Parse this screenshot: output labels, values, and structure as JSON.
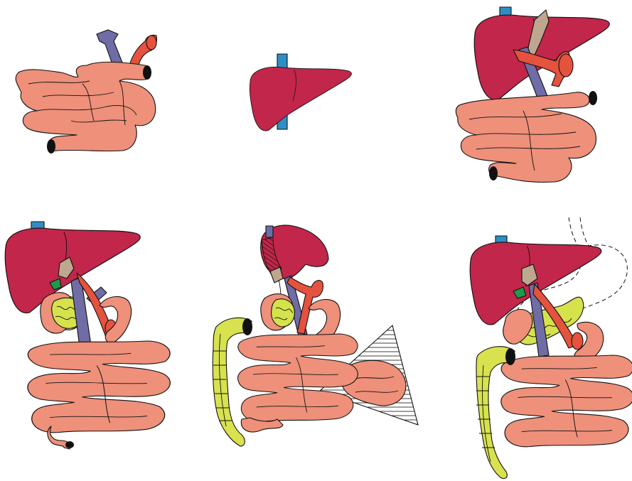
{
  "figure": {
    "panel_count": 6,
    "labels": []
  },
  "palette": {
    "liver": "#C2264A",
    "intestine": "#EE907A",
    "vena_cava": "#2F8FC4",
    "portal_vein": "#6F6CA6",
    "artery": "#E5523D",
    "pancreas": "#D5E24C",
    "colon": "#D8E24E",
    "bile_duct": "#1F9A4A",
    "ligament": "#BFA68F",
    "outline": "#111111"
  },
  "panels": [
    {
      "organs": [
        "small-intestine",
        "portal-vein",
        "artery"
      ]
    },
    {
      "organs": [
        "liver",
        "vena-cava"
      ]
    },
    {
      "organs": [
        "liver",
        "vena-cava",
        "small-intestine",
        "portal-vein",
        "artery"
      ]
    },
    {
      "organs": [
        "liver",
        "vena-cava",
        "small-intestine",
        "pancreas",
        "bile-duct",
        "portal-vein",
        "artery"
      ]
    },
    {
      "organs": [
        "liver",
        "small-intestine",
        "pancreas",
        "colon",
        "portal-vein",
        "artery",
        "hatched-graft-triangle"
      ]
    },
    {
      "organs": [
        "liver",
        "vena-cava",
        "small-intestine",
        "pancreas",
        "colon",
        "bile-duct",
        "portal-vein",
        "artery",
        "stomach-outline-dashed"
      ]
    }
  ]
}
